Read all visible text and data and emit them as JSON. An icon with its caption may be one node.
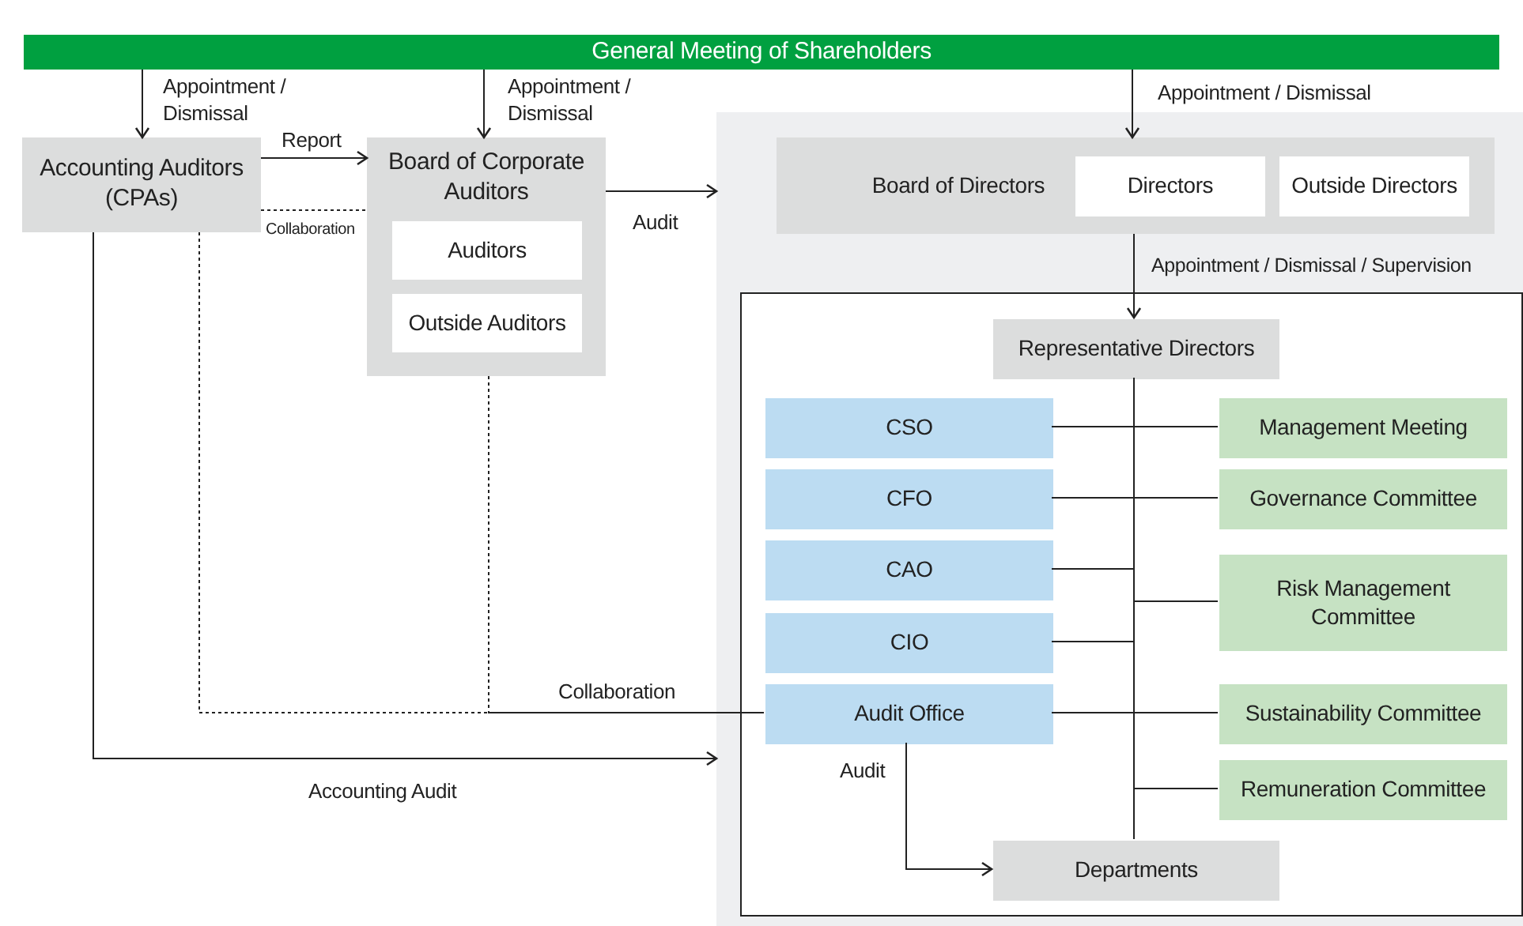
{
  "diagram": {
    "nodes": [
      {
        "text": [
          "General Meeting of Shareholders"
        ]
      },
      {
        "text": [
          "Accounting Auditors (CPAs)"
        ]
      },
      {
        "text": [
          "Board of Corporate Auditors"
        ]
      },
      {
        "text": [
          "Auditors"
        ],
        "in": 2
      },
      {
        "text": [
          "Outside Auditors"
        ],
        "in": 2
      },
      {
        "text": [],
        "shape": "box"
      },
      {
        "text": [
          "Board of Directors"
        ],
        "in": 5
      },
      {
        "text": [
          "Directors"
        ],
        "in": 6
      },
      {
        "text": [
          "Outside Directors"
        ],
        "in": 6
      },
      {
        "text": [],
        "shape": "box",
        "in": 5
      },
      {
        "text": [
          "Representative Directors"
        ],
        "in": 9
      },
      {
        "text": [
          "CSO"
        ],
        "in": 9
      },
      {
        "text": [
          "CFO"
        ],
        "in": 9
      },
      {
        "text": [
          "CAO"
        ],
        "in": 9
      },
      {
        "text": [
          "CIO"
        ],
        "in": 9
      },
      {
        "text": [
          "Audit Office"
        ],
        "in": 9
      },
      {
        "text": [
          "Management Meeting"
        ],
        "in": 9
      },
      {
        "text": [
          "Governance Committee"
        ],
        "in": 9
      },
      {
        "text": [
          "Risk Management Committee"
        ],
        "in": 9
      },
      {
        "text": [
          "Sustainability Committee"
        ],
        "in": 9
      },
      {
        "text": [
          "Remuneration Committee"
        ],
        "in": 9
      },
      {
        "text": [
          "Departments"
        ],
        "in": 9
      }
    ],
    "edges": [
      {
        "from": 0,
        "to": 1,
        "arrow": "to",
        "label": "Appointment / Dismissal"
      },
      {
        "from": 0,
        "to": 2,
        "arrow": "to",
        "label": "Appointment / Dismissal"
      },
      {
        "from": 0,
        "to": 6,
        "arrow": "to",
        "label": "Appointment / Dismissal"
      },
      {
        "from": 1,
        "to": 2,
        "arrow": "to",
        "label": "Report"
      },
      {
        "from": 1,
        "to": 2,
        "arrow": "none",
        "style": "dashed",
        "label": "Collaboration"
      },
      {
        "from": 2,
        "to": 5,
        "arrow": "to",
        "label": "Audit"
      },
      {
        "from": 1,
        "to": 5,
        "arrow": "to",
        "label": "Accounting Audit"
      },
      {
        "from": 1,
        "to": 15,
        "arrow": "none",
        "style": "dashed"
      },
      {
        "from": 2,
        "to": 15,
        "arrow": "none",
        "style": "dashed",
        "label": "Collaboration"
      },
      {
        "from": 6,
        "to": 10,
        "arrow": "to",
        "label": "Appointment / Dismissal / Supervision"
      },
      {
        "from": 10,
        "to": 11,
        "arrow": "none"
      },
      {
        "from": 10,
        "to": 12,
        "arrow": "none"
      },
      {
        "from": 10,
        "to": 13,
        "arrow": "none"
      },
      {
        "from": 10,
        "to": 14,
        "arrow": "none"
      },
      {
        "from": 10,
        "to": 15,
        "arrow": "none"
      },
      {
        "from": 10,
        "to": 16,
        "arrow": "none"
      },
      {
        "from": 10,
        "to": 17,
        "arrow": "none"
      },
      {
        "from": 10,
        "to": 18,
        "arrow": "none"
      },
      {
        "from": 10,
        "to": 19,
        "arrow": "none"
      },
      {
        "from": 10,
        "to": 20,
        "arrow": "none"
      },
      {
        "from": 10,
        "to": 21,
        "arrow": "none"
      },
      {
        "from": 15,
        "to": 21,
        "arrow": "to",
        "label": "Audit"
      }
    ]
  }
}
